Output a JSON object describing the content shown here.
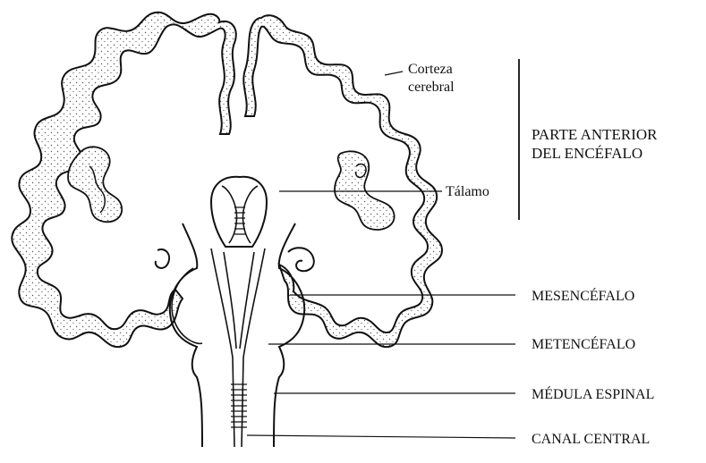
{
  "labels": {
    "corteza_line1": "Corteza",
    "corteza_line2": "cerebral",
    "parte_line1": "PARTE ANTERIOR",
    "parte_line2": "DEL ENCÉFALO",
    "talamo": "Tálamo",
    "mesencefalo": "MESENCÉFALO",
    "metencefalo": "METENCÉFALO",
    "medula": "MÉDULA ESPINAL",
    "canal": "CANAL CENTRAL"
  },
  "colors": {
    "ink": "#111111",
    "stipple": "#555555",
    "background": "#ffffff"
  }
}
